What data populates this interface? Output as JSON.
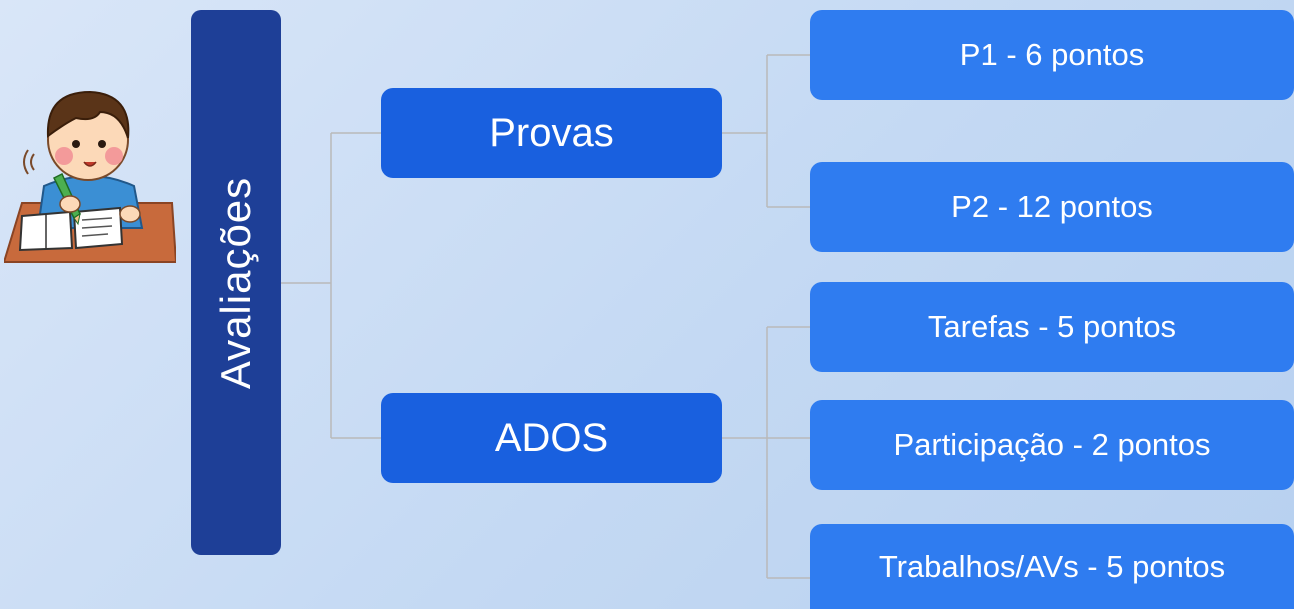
{
  "root": {
    "label": "Avaliações"
  },
  "groups": [
    {
      "label": "Provas",
      "children": [
        "P1 - 6 pontos",
        "P2 - 12 pontos"
      ]
    },
    {
      "label": "ADOS",
      "children": [
        "Tarefas - 5 pontos",
        "Participação - 2 pontos",
        "Trabalhos/AVs - 5 pontos"
      ]
    }
  ],
  "colors": {
    "root": "#1e3f97",
    "group": "#1960df",
    "leaf": "#2f7cf0",
    "connector": "#b9b9b9",
    "background": "#c4d9f3"
  },
  "illustration": {
    "icon": "student-writing-icon"
  }
}
